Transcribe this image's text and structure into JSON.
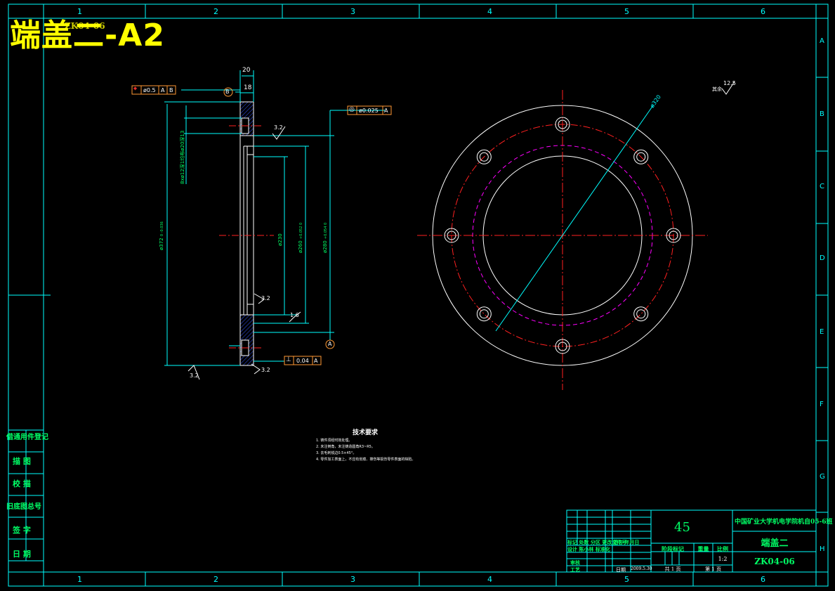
{
  "drawing_title": "端盖二-A2",
  "title_overlap_text": "ZK04-06",
  "zone_columns": [
    "1",
    "2",
    "3",
    "4",
    "5",
    "6"
  ],
  "zone_rows": [
    "A",
    "B",
    "C",
    "D",
    "E",
    "F",
    "G",
    "H"
  ],
  "side_table": [
    "借通用件登记",
    "描 图",
    "校 描",
    "旧底图总号",
    "签 字",
    "日 期"
  ],
  "dimensions": {
    "d20": "20",
    "d18": "18",
    "d372": "ø372",
    "d372_tol": "0 -0.036",
    "d230": "ø230",
    "d260": "ø260",
    "d260_tol": "+0.052 0",
    "d280": "ø280",
    "d280_tol": "+0.054 0",
    "holes": "8xø12深1均布ø20深13",
    "d320": "ø320",
    "r32a": "3.2",
    "r32b": "3.2",
    "r32c": "3.2",
    "r32d": "3.2",
    "r16": "1.6",
    "r125": "12.5",
    "r125_prefix": "其余"
  },
  "gdt": {
    "position": "⌖",
    "position_tol": "ø0.5",
    "position_ref_a": "A",
    "position_ref_b": "B",
    "runout_sym": "◎",
    "runout_tol": "ø0.025",
    "runout_ref": "A",
    "perp_sym": "⊥",
    "perp_tol": "0.04",
    "perp_ref": "A",
    "datum_a": "A",
    "datum_b": "B"
  },
  "tech_requirements": {
    "title": "技术要求",
    "items": [
      "1. 铸件须经时效处理。",
      "2. 未注倒角，未注铸造圆角R3~R5。",
      "3. 去毛刺锐边0.5×45°。",
      "4. 零件加工表面上，不应有划痕、擦伤等损伤零件表面的缺陷。"
    ]
  },
  "title_block": {
    "material": "45",
    "school": "中国矿业大学机电学院机自05-6班",
    "part_name": "端盖二",
    "drawing_no": "ZK04-06",
    "scale_label": "比例",
    "scale": "1:2",
    "stage_label": "阶段标记",
    "weight_label": "重量",
    "sheets_total": "共 1 页",
    "sheet_no": "第 1 页",
    "date_label": "日期",
    "date": "2009.5.30",
    "row1": "标记 处数 分区 更改文件号",
    "row1b": "签名 年月日",
    "row2": "设计 陈小林 标准化",
    "row3": "审核",
    "row4": "工艺"
  },
  "colors": {
    "frame": "#00ffff",
    "outline": "#ffffff",
    "center": "#ff2020",
    "dimension": "#00ffff",
    "hidden": "#ff00ff",
    "text_green": "#00ff66",
    "title_yellow": "#ffff00",
    "gdt_box": "#ff9933"
  }
}
